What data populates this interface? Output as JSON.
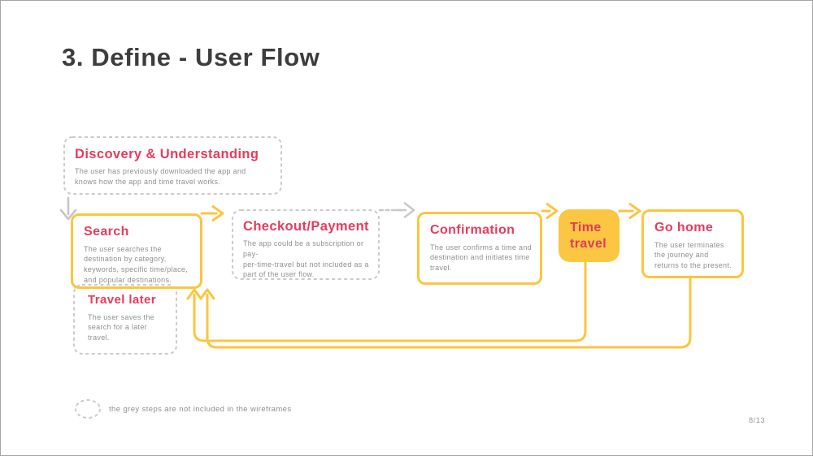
{
  "slide": {
    "title": "3. Define - User Flow",
    "legend_note": "the grey steps are not included in the wireframes",
    "page_number": "8/13"
  },
  "colors": {
    "accent_yellow": "#FBC540",
    "accent_pink": "#E63B5C",
    "dashed_grey": "#cbcbcb",
    "body_text_grey": "#8f8f8f",
    "heading_grey": "#3d3d3d"
  },
  "steps": {
    "discovery": {
      "title": "Discovery & Understanding",
      "body": "The user has previously downloaded the app and\nknows how the app and time travel works.",
      "style": "grey-dashed"
    },
    "search": {
      "title": "Search",
      "body": "The user searches the\ndestination by category,\nkeywords, specific time/place,\nand popular destinations.",
      "style": "yellow-outline"
    },
    "checkout": {
      "title": "Checkout/Payment",
      "body": "The app could be a subscription or pay-\nper-time-travel but not included as a\npart of the user flow.",
      "style": "grey-dashed"
    },
    "confirmation": {
      "title": "Confirmation",
      "body": "The user confirms a time and\ndestination and initiates time\ntravel.",
      "style": "yellow-outline"
    },
    "time_travel": {
      "title": "Time\ntravel",
      "style": "yellow-filled"
    },
    "go_home": {
      "title": "Go home",
      "body": "The user terminates\nthe journey and\nreturns to the present.",
      "style": "yellow-outline"
    },
    "travel_later": {
      "title": "Travel later",
      "body": "The user saves the\nsearch for a later\ntravel.",
      "style": "grey-dashed"
    }
  }
}
